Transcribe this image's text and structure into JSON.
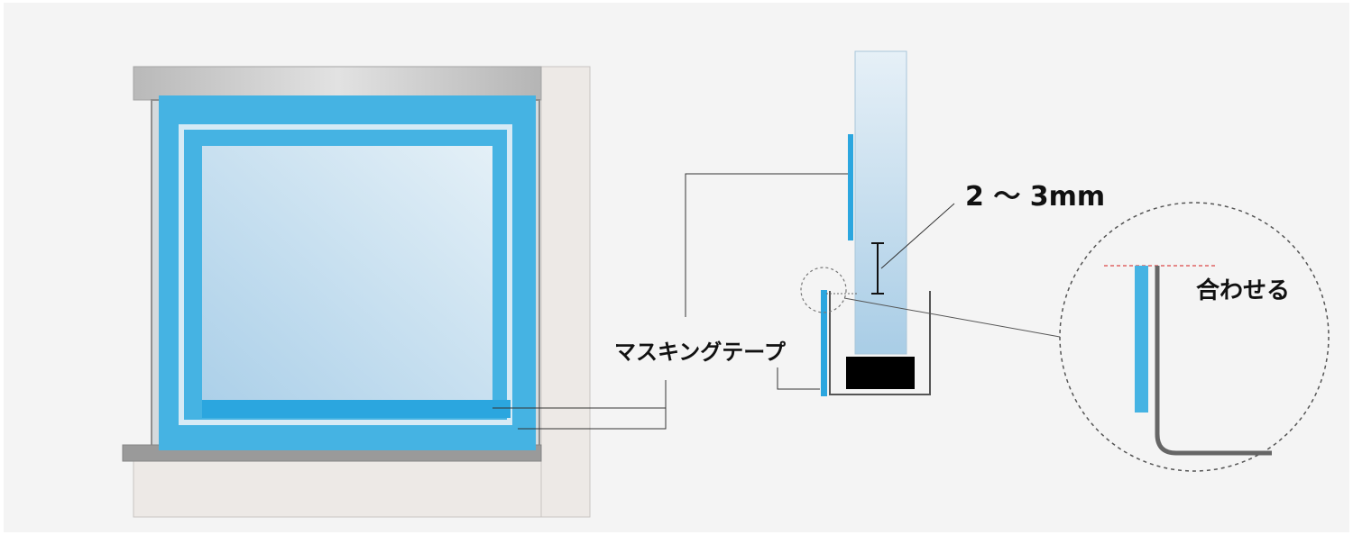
{
  "labels": {
    "gap": "2 〜 3mm",
    "align": "合わせる",
    "tape": "マスキングテープ"
  },
  "colors": {
    "background": "#f4f4f4",
    "tape": "#45b3e3",
    "tape_dark": "#2ba6df",
    "glass_light": "#e1eef6",
    "glass_dark": "#a9cfe8",
    "wall": "#ede9e6",
    "frame_gray": "#9a9a9a",
    "sash_black": "#000000",
    "guide_red": "#e06464"
  }
}
